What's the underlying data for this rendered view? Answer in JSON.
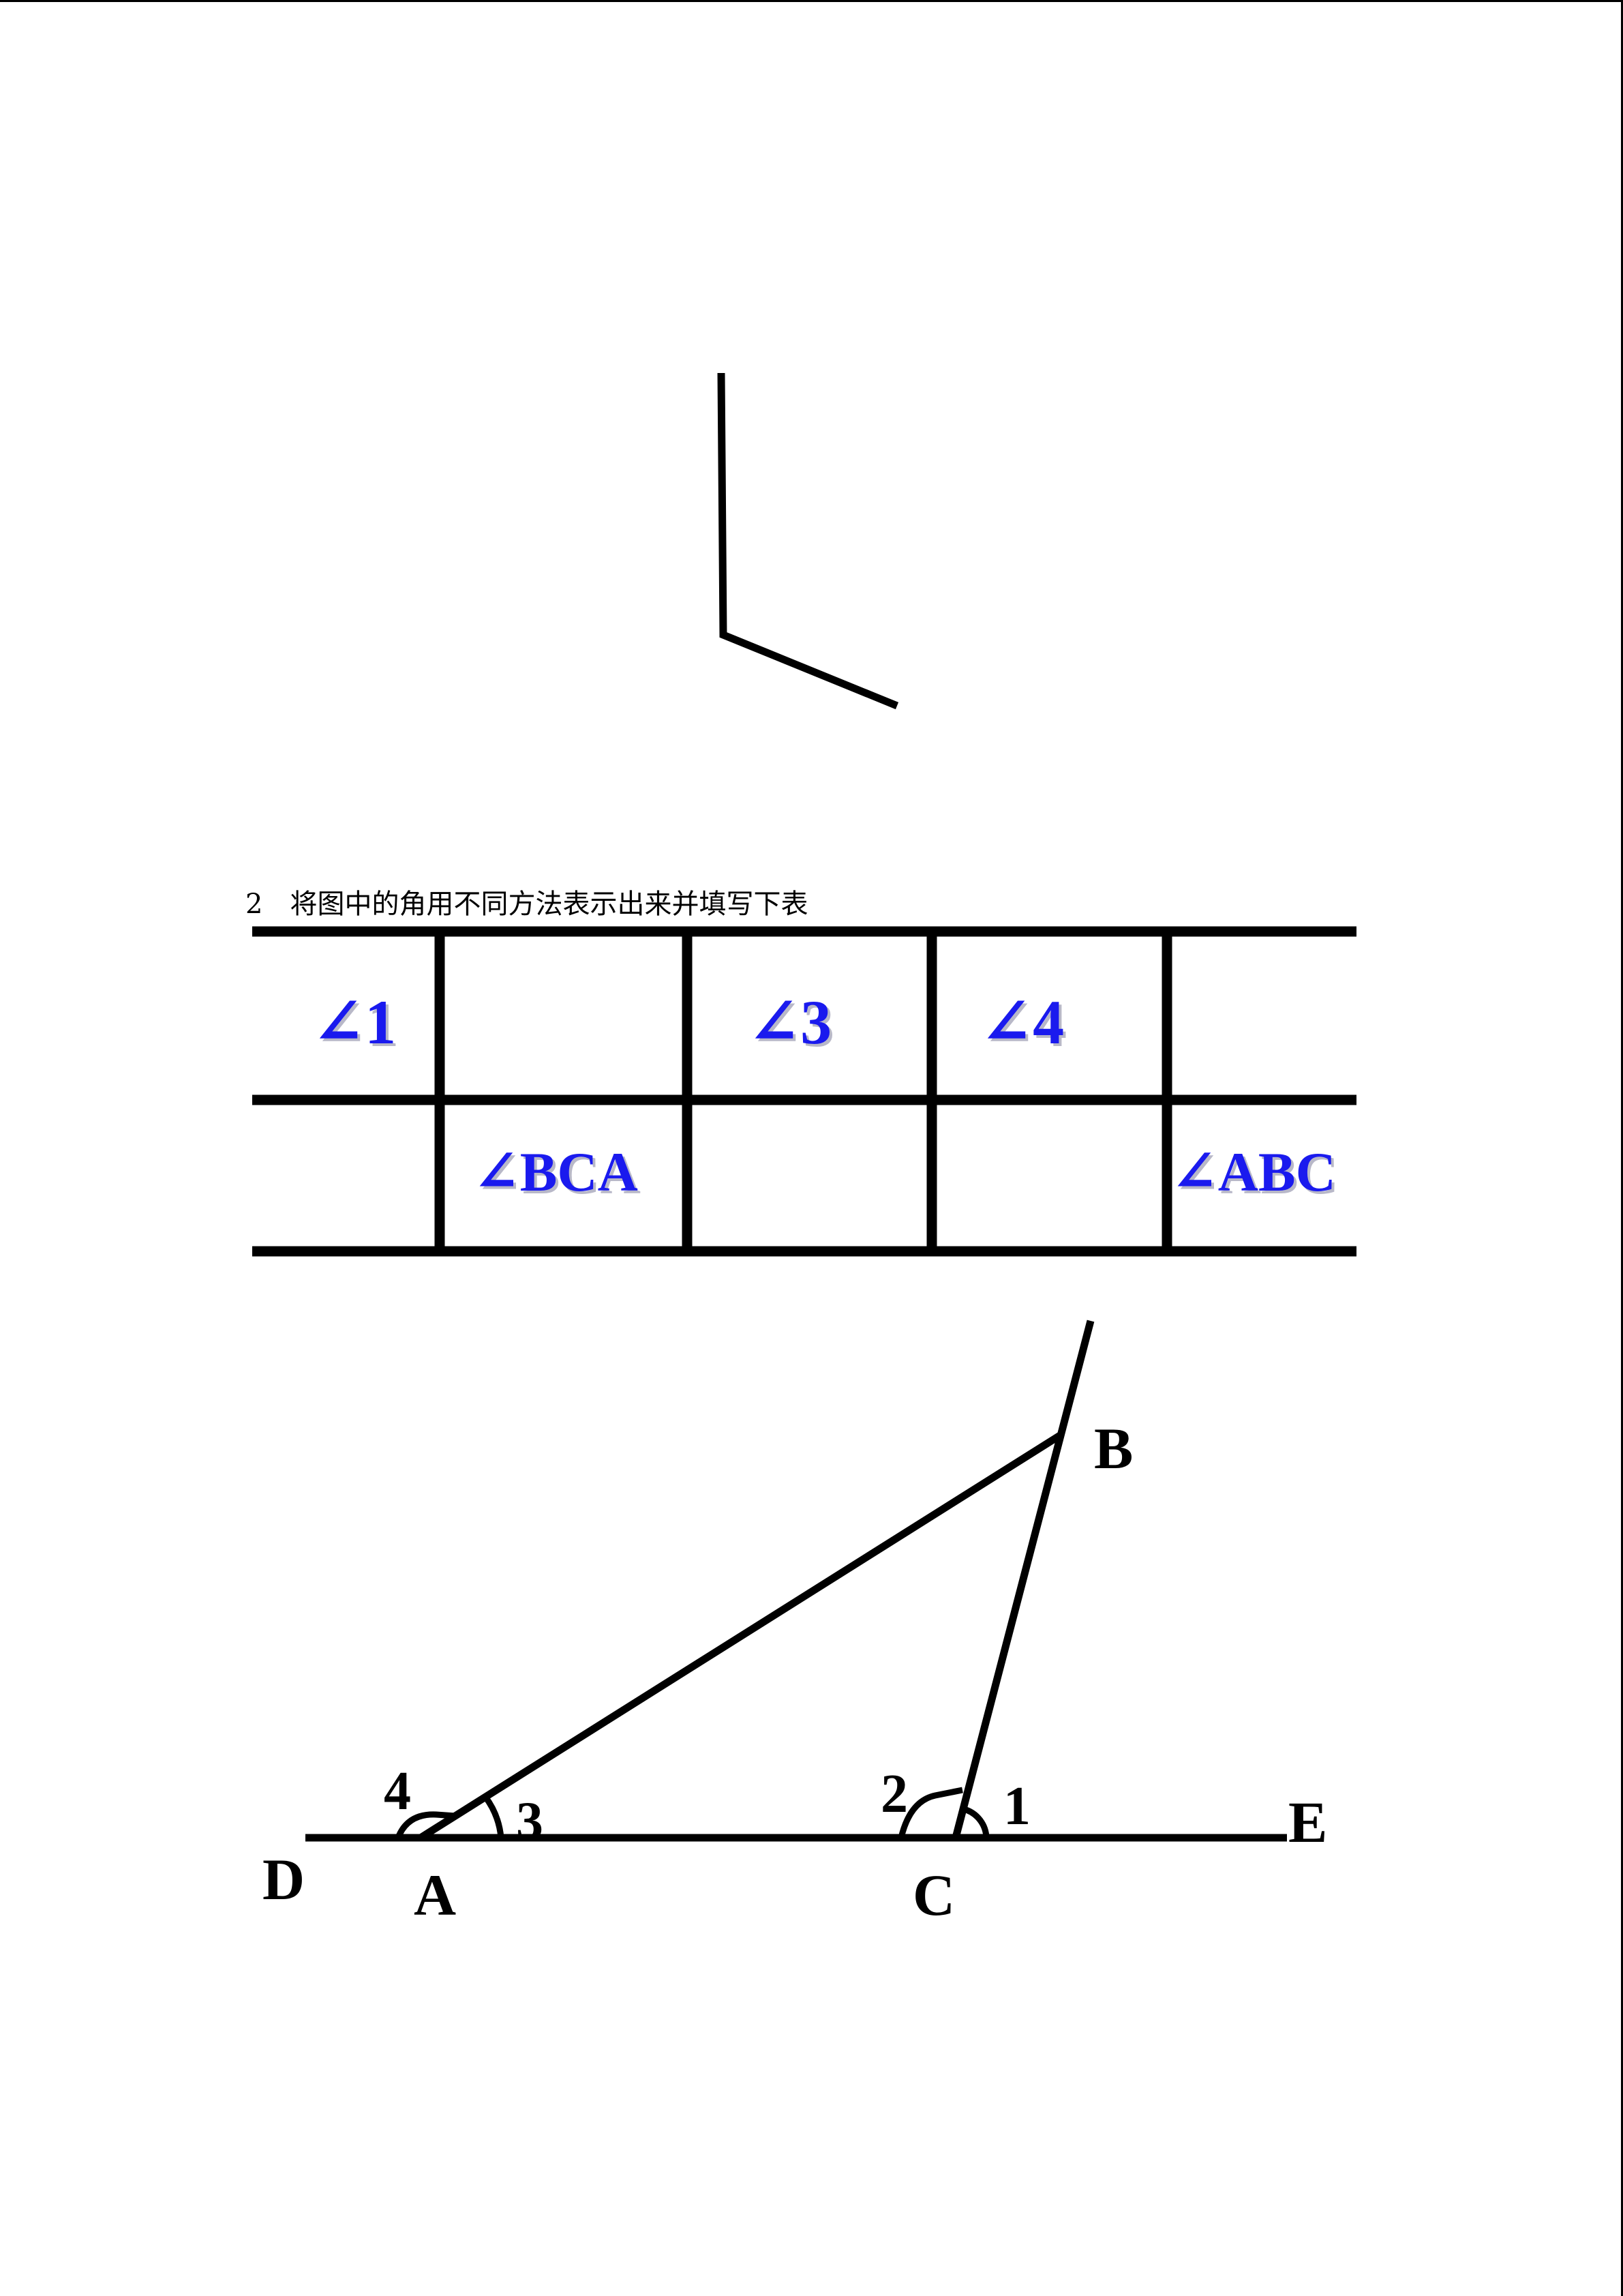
{
  "question": {
    "number": "2",
    "text": "将图中的角用不同方法表示出来并填写下表"
  },
  "table": {
    "row1": [
      "∠1",
      "",
      "∠3",
      "∠4",
      ""
    ],
    "row2": [
      "",
      "∠BCA",
      "",
      "",
      "∠ABC"
    ]
  },
  "figure": {
    "points": {
      "A": "A",
      "B": "B",
      "C": "C",
      "D": "D",
      "E": "E"
    },
    "angle_numbers": {
      "one": "1",
      "two": "2",
      "three": "3",
      "four": "4"
    }
  },
  "colors": {
    "text_blue": "#1a1aee",
    "line": "#000000"
  }
}
